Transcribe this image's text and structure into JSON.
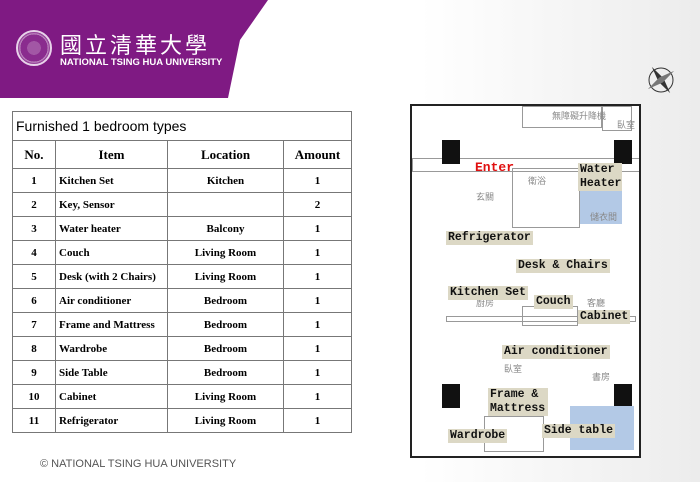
{
  "header": {
    "logo_cn": "國立清華大學",
    "logo_en": "NATIONAL TSING HUA UNIVERSITY"
  },
  "table": {
    "title": "Furnished 1 bedroom types",
    "columns": [
      "No.",
      "Item",
      "Location",
      "Amount"
    ],
    "rows": [
      [
        "1",
        "Kitchen Set",
        "Kitchen",
        "1"
      ],
      [
        "2",
        "Key, Sensor",
        "",
        "2"
      ],
      [
        "3",
        "Water heater",
        "Balcony",
        "1"
      ],
      [
        "4",
        "Couch",
        "Living Room",
        "1"
      ],
      [
        "5",
        "Desk (with 2 Chairs)",
        "Living Room",
        "1"
      ],
      [
        "6",
        "Air conditioner",
        "Bedroom",
        "1"
      ],
      [
        "7",
        "Frame and Mattress",
        "Bedroom",
        "1"
      ],
      [
        "8",
        "Wardrobe",
        "Bedroom",
        "1"
      ],
      [
        "9",
        "Side Table",
        "Bedroom",
        "1"
      ],
      [
        "10",
        "Cabinet",
        "Living Room",
        "1"
      ],
      [
        "11",
        "Refrigerator",
        "Living Room",
        "1"
      ]
    ]
  },
  "plan": {
    "enter": "Enter",
    "labels": {
      "water_heater": "Water Heater",
      "refrigerator": "Refrigerator",
      "desk": "Desk & Chairs",
      "kitchen": "Kitchen Set",
      "couch": "Couch",
      "cabinet": "Cabinet",
      "aircon": "Air conditioner",
      "frame": "Frame & Mattress",
      "wardrobe": "Wardrobe",
      "side_table": "Side table"
    },
    "zh": {
      "lift": "無障礙升降機",
      "entry": "玄關",
      "bath": "衛浴",
      "kitchen": "廚房",
      "living": "客廳",
      "bedroom": "臥室",
      "study": "書房",
      "closet": "儲衣間",
      "bedroom2": "臥室"
    }
  },
  "footer": "© NATIONAL TSING HUA UNIVERSITY"
}
